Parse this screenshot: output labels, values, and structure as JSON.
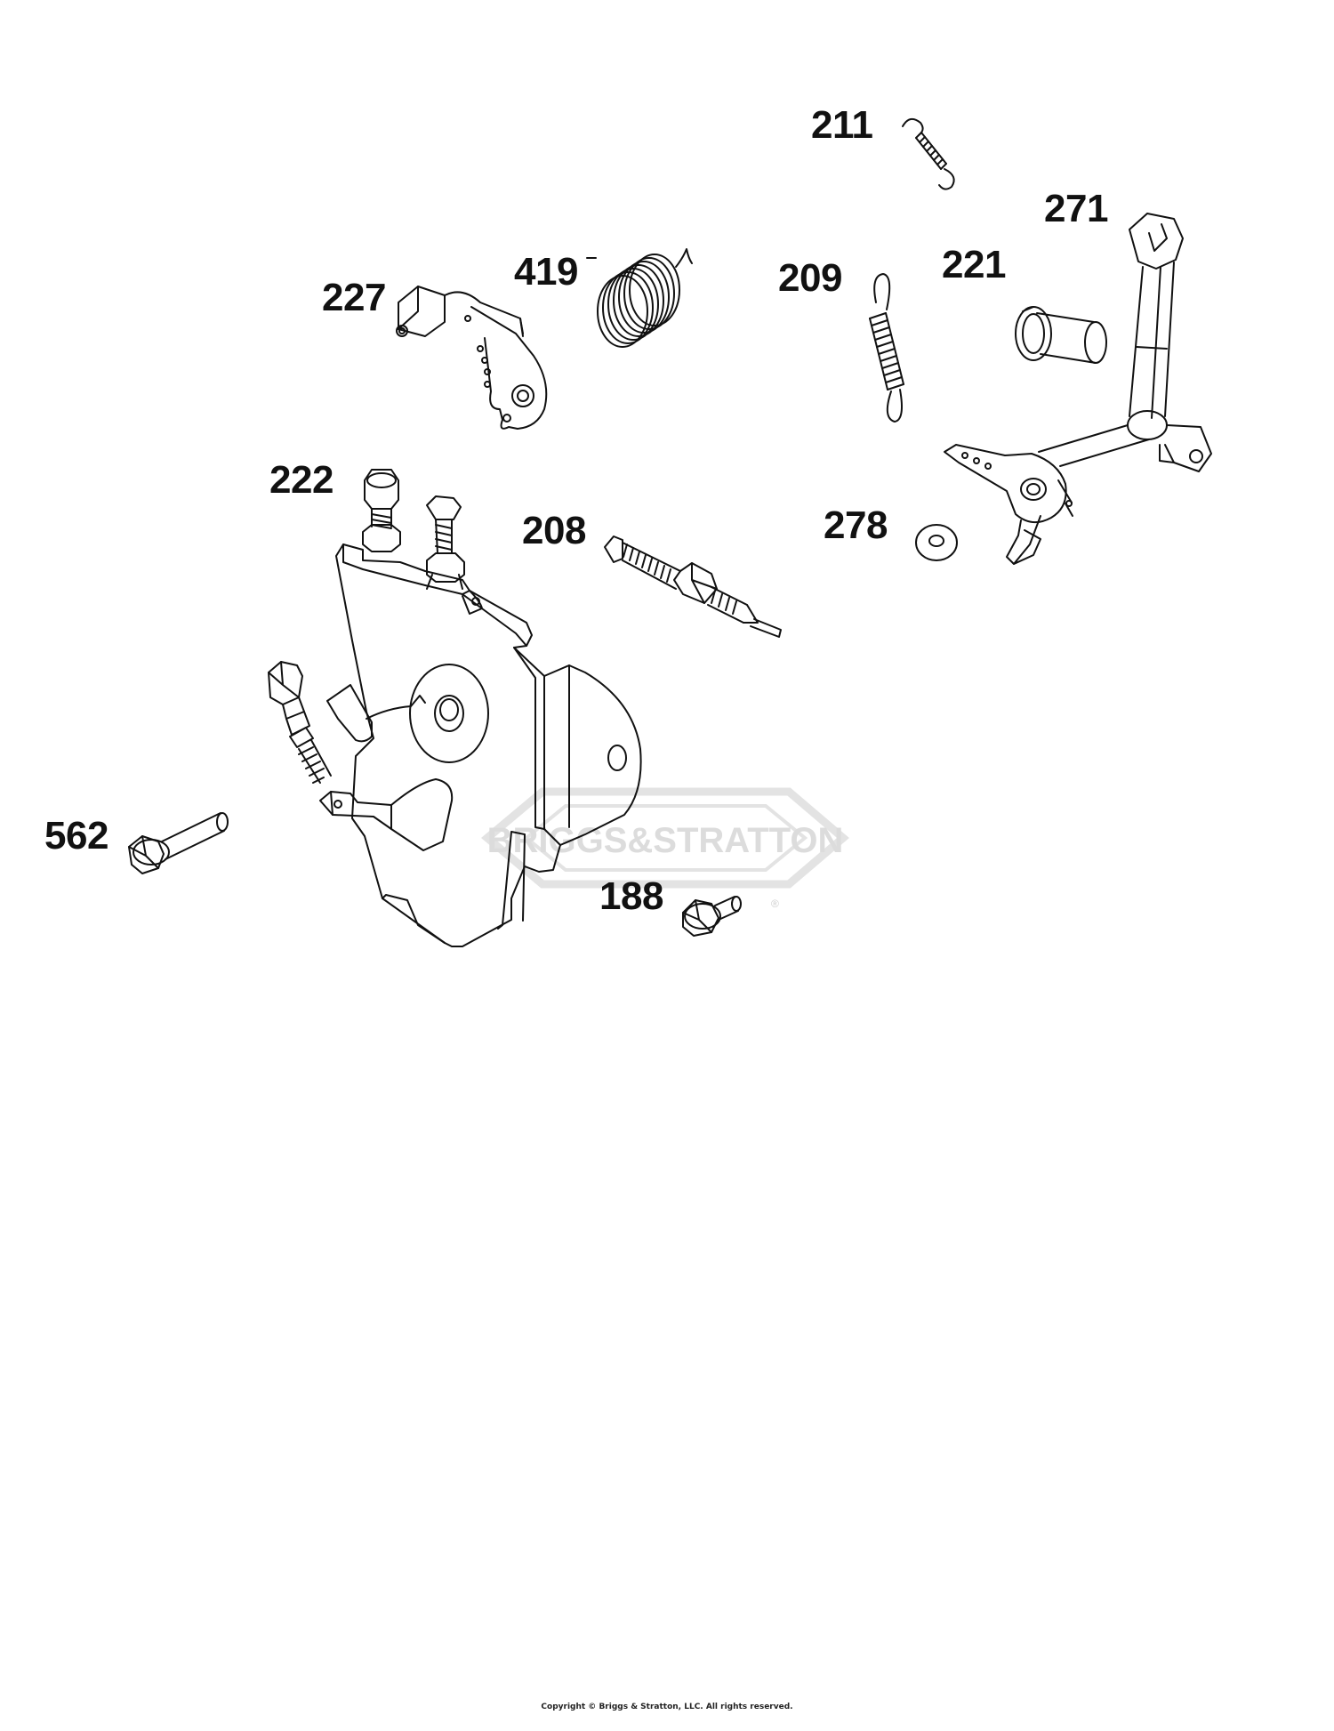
{
  "diagram": {
    "watermark": {
      "brand_text": "BRIGGS&STRATTON",
      "registered_mark": "®"
    },
    "parts": [
      {
        "id": "211",
        "label": "211",
        "name": "spring-211"
      },
      {
        "id": "271",
        "label": "271",
        "name": "governor-lever-271"
      },
      {
        "id": "419",
        "label": "419",
        "name": "torsion-spring-419"
      },
      {
        "id": "209",
        "label": "209",
        "name": "extension-spring-209"
      },
      {
        "id": "221",
        "label": "221",
        "name": "bushing-221"
      },
      {
        "id": "227",
        "label": "227",
        "name": "throttle-lever-227"
      },
      {
        "id": "222",
        "label": "222",
        "name": "screw-222"
      },
      {
        "id": "208",
        "label": "208",
        "name": "screw-208"
      },
      {
        "id": "278",
        "label": "278",
        "name": "washer-278"
      },
      {
        "id": "562",
        "label": "562",
        "name": "bolt-562"
      },
      {
        "id": "188",
        "label": "188",
        "name": "screw-188"
      }
    ]
  },
  "footer": {
    "copyright": "Copyright © Briggs & Stratton, LLC. All rights reserved."
  },
  "colors": {
    "line": "#111111",
    "watermark": "#e3e3e3",
    "background": "#ffffff"
  }
}
